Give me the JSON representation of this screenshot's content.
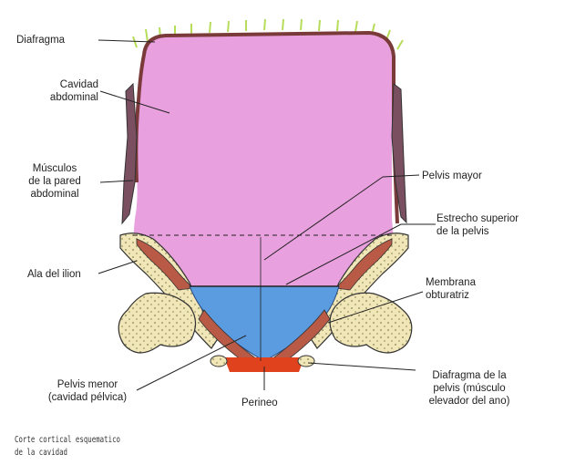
{
  "labels": {
    "diafragma": "Diafragma",
    "cavidad_l1": "Cavidad",
    "cavidad_l2": "abdominal",
    "musculos_l1": "Músculos",
    "musculos_l2": "de la pared",
    "musculos_l3": "abdominal",
    "pelvis_mayor": "Pelvis mayor",
    "estrecho_l1": "Estrecho superior",
    "estrecho_l2": "de la pelvis",
    "ala_ilion": "Ala del ilion",
    "membrana_l1": "Membrana",
    "membrana_l2": "obturatriz",
    "pelvis_menor_l1": "Pelvis menor",
    "pelvis_menor_l2": "(cavidad pélvica)",
    "perineo": "Perineo",
    "diafragma_pelvis_l1": "Diafragma de la",
    "diafragma_pelvis_l2": "pelvis (músculo",
    "diafragma_pelvis_l3": "elevador del ano)"
  },
  "caption": {
    "line1": "Corte cortical esquematico",
    "line2": "de la cavidad"
  },
  "colors": {
    "abdominal_cavity": "#e8a0de",
    "pelvic_cavity": "#5b9be0",
    "bone": "#f1e6b8",
    "muscle": "#b85a45",
    "diaphragm_border": "#7a3a3a",
    "perineum": "#e0421e",
    "grass": "#b7dc5a"
  }
}
